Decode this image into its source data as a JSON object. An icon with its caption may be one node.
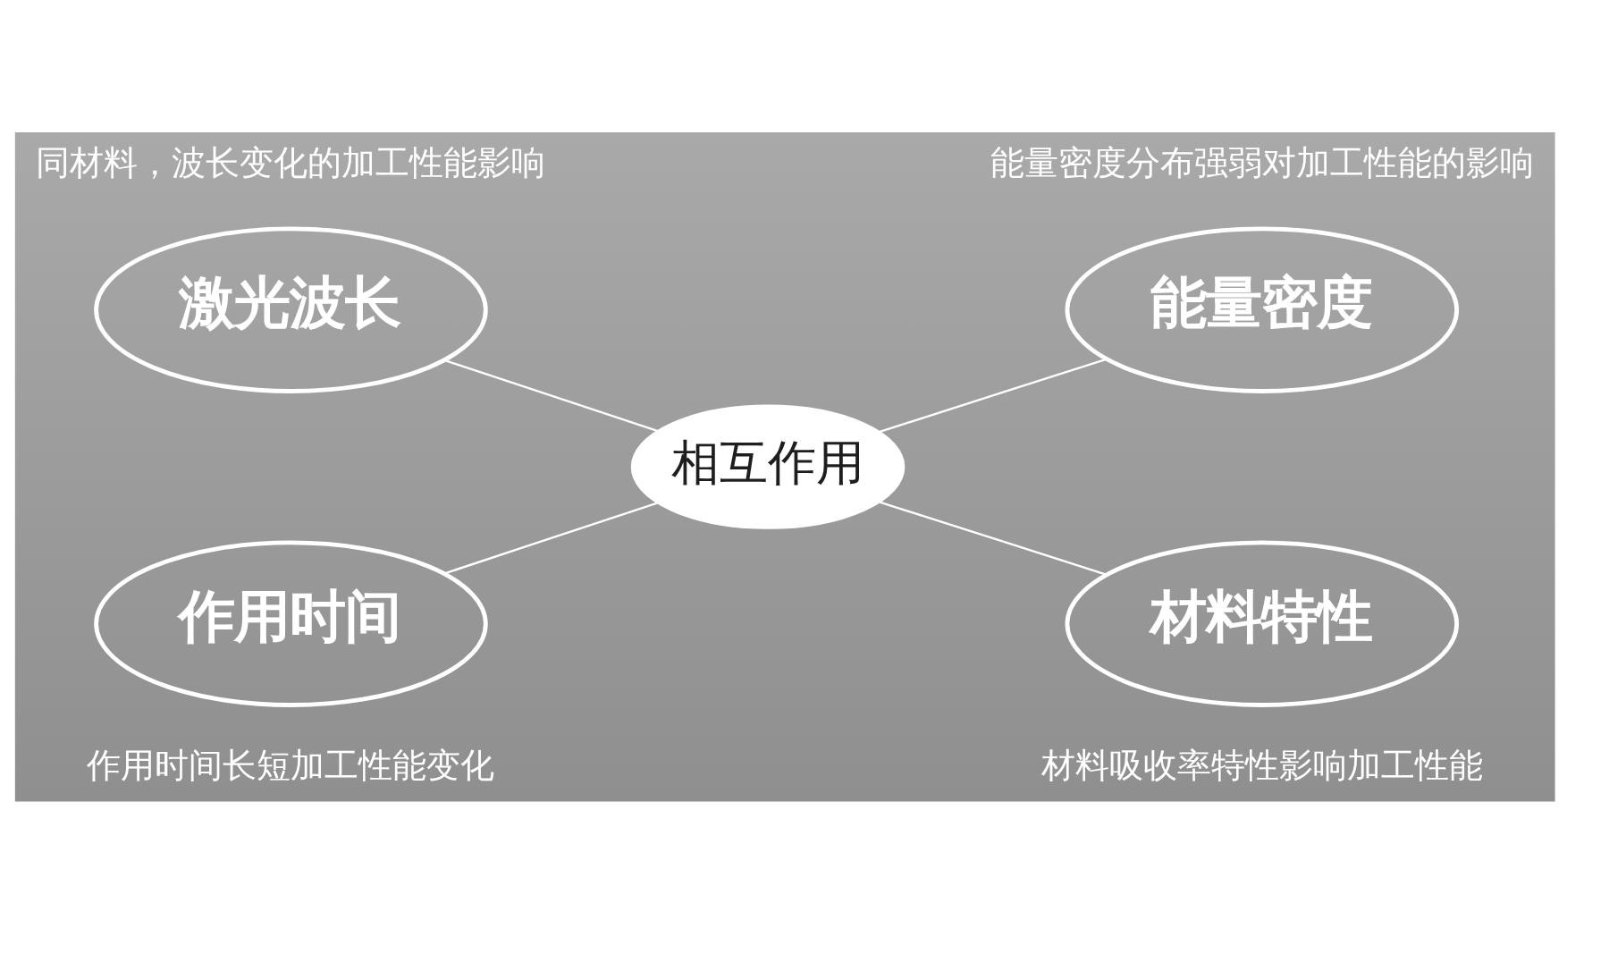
{
  "diagram": {
    "nodes": [
      {
        "text": [
          "激光波长"
        ],
        "beside": [
          "同材料，波长变化的加工性能影响"
        ]
      },
      {
        "text": [
          "能量密度"
        ],
        "beside": [
          "能量密度分布强弱对加工性能的影响"
        ]
      },
      {
        "text": [
          "相互作用"
        ]
      },
      {
        "text": [
          "作用时间"
        ],
        "beside": [
          "作用时间长短加工性能变化"
        ]
      },
      {
        "text": [
          "材料特性"
        ],
        "beside": [
          "材料吸收率特性影响加工性能"
        ]
      }
    ],
    "edges": [
      {
        "from": 2,
        "to": 0,
        "arrow": "none"
      },
      {
        "from": 2,
        "to": 1,
        "arrow": "none"
      },
      {
        "from": 2,
        "to": 3,
        "arrow": "none"
      },
      {
        "from": 2,
        "to": 4,
        "arrow": "none"
      }
    ]
  }
}
